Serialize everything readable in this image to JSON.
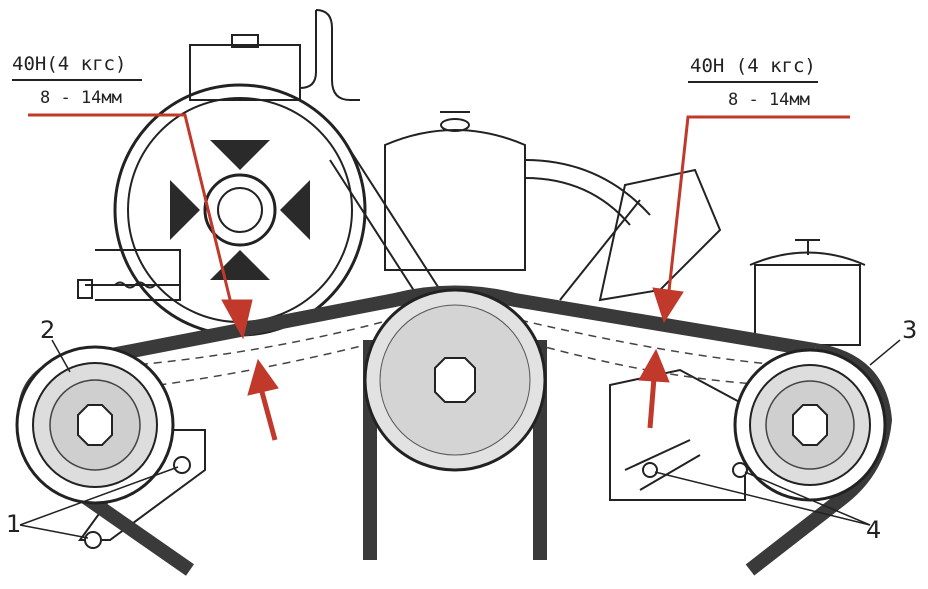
{
  "diagram": {
    "spec_left": {
      "force": "40Н(4 кгс)",
      "deflection": "8 - 14мм"
    },
    "spec_right": {
      "force": "40Н (4 кгс)",
      "deflection": "8 - 14мм"
    },
    "callouts": {
      "c1": "1",
      "c2": "2",
      "c3": "3",
      "c4": "4"
    }
  },
  "colors": {
    "ink": "#222222",
    "belt": "#3a3a3a",
    "arrow": "#c0392b",
    "pulley_fill": "#d9d9d9",
    "paper": "#ffffff"
  }
}
